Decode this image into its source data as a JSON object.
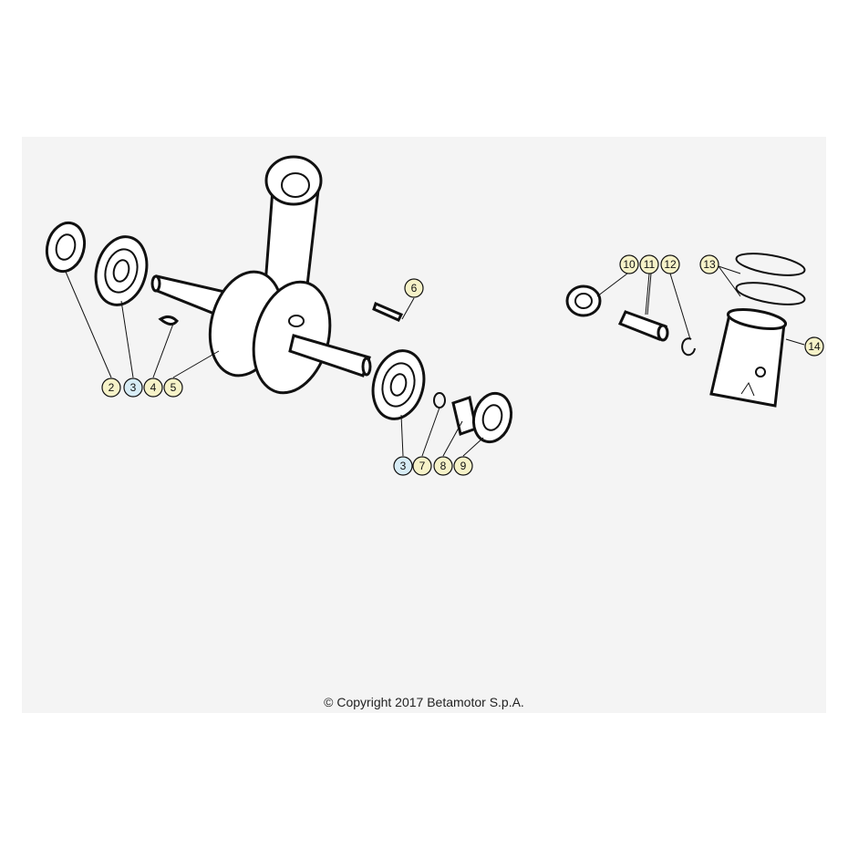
{
  "colors": {
    "callout_yellow": "#f6f2c8",
    "callout_blue": "#d7ecf6",
    "panel_bg": "#f4f4f4"
  },
  "callouts": [
    {
      "label": "2",
      "color": "yellow"
    },
    {
      "label": "3",
      "color": "blue"
    },
    {
      "label": "4",
      "color": "yellow"
    },
    {
      "label": "5",
      "color": "yellow"
    },
    {
      "label": "6",
      "color": "yellow"
    },
    {
      "label": "3",
      "color": "blue"
    },
    {
      "label": "7",
      "color": "yellow"
    },
    {
      "label": "8",
      "color": "yellow"
    },
    {
      "label": "9",
      "color": "yellow"
    },
    {
      "label": "10",
      "color": "yellow"
    },
    {
      "label": "11",
      "color": "yellow"
    },
    {
      "label": "12",
      "color": "yellow"
    },
    {
      "label": "13",
      "color": "yellow"
    },
    {
      "label": "14",
      "color": "yellow"
    }
  ],
  "footer": {
    "copyright": "© Copyright 2017 Betamotor S.p.A."
  }
}
